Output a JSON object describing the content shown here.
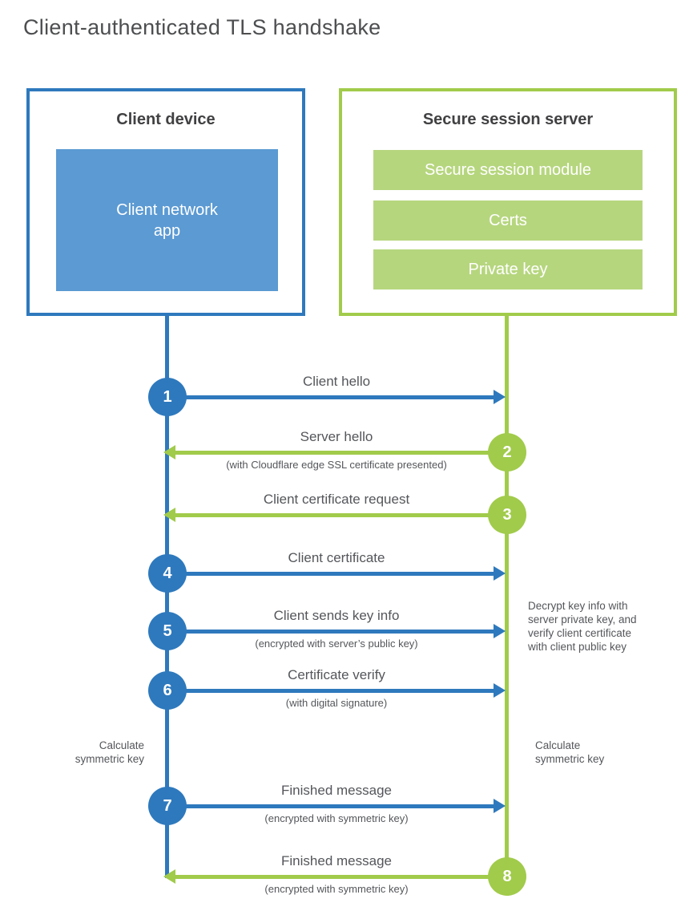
{
  "title": "Client-authenticated TLS handshake",
  "colors": {
    "blue": "#2e79bd",
    "blue_light": "#5b9ad3",
    "green": "#a1cb4b",
    "green_light": "#b6d67e"
  },
  "client_box": {
    "title": "Client device",
    "app_label": "Client network\napp"
  },
  "server_box": {
    "title": "Secure session server",
    "modules": [
      "Secure session module",
      "Certs",
      "Private key"
    ]
  },
  "steps": [
    {
      "num": "1",
      "label": "Client hello",
      "sub": "",
      "direction": "right",
      "actor": "client"
    },
    {
      "num": "2",
      "label": "Server hello",
      "sub": "(with Cloudflare edge SSL certificate presented)",
      "direction": "left",
      "actor": "server"
    },
    {
      "num": "3",
      "label": "Client certificate request",
      "sub": "",
      "direction": "left",
      "actor": "server"
    },
    {
      "num": "4",
      "label": "Client certificate",
      "sub": "",
      "direction": "right",
      "actor": "client"
    },
    {
      "num": "5",
      "label": "Client sends key info",
      "sub": "(encrypted with server’s public key)",
      "direction": "right",
      "actor": "client"
    },
    {
      "num": "6",
      "label": "Certificate verify",
      "sub": "(with digital signature)",
      "direction": "right",
      "actor": "client"
    },
    {
      "num": "7",
      "label": "Finished message",
      "sub": "(encrypted with symmetric key)",
      "direction": "right",
      "actor": "client"
    },
    {
      "num": "8",
      "label": "Finished message",
      "sub": "(encrypted with symmetric key)",
      "direction": "left",
      "actor": "server"
    }
  ],
  "annotations": {
    "decrypt_note": "Decrypt key info with\nserver private key, and\nverify client certificate\nwith client public key",
    "client_calculate": "Calculate\nsymmetric key",
    "server_calculate": "Calculate\nsymmetric key"
  }
}
